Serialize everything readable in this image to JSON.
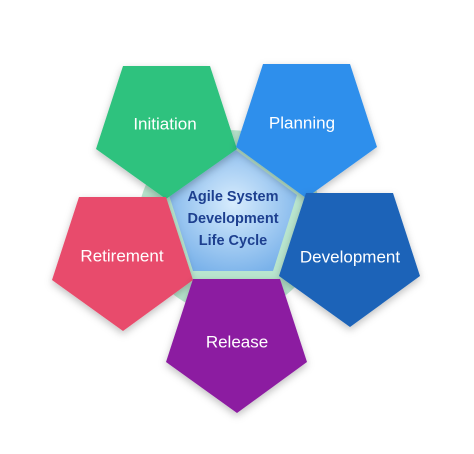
{
  "diagram": {
    "center_lines": [
      "Agile System",
      "Development",
      "Life Cycle"
    ],
    "phases": [
      {
        "id": "initiation",
        "label": "Initiation",
        "color": "#2ec27e"
      },
      {
        "id": "planning",
        "label": "Planning",
        "color": "#2f8fec"
      },
      {
        "id": "development",
        "label": "Development",
        "color": "#1b63b8"
      },
      {
        "id": "release",
        "label": "Release",
        "color": "#8c1fa1"
      },
      {
        "id": "retirement",
        "label": "Retirement",
        "color": "#e84c6c"
      }
    ],
    "colors": {
      "ring": "#b9e6cf",
      "center_light": "#cfe6fb",
      "center_dark": "#7ab2ea",
      "center_text": "#1d3f8f"
    }
  }
}
